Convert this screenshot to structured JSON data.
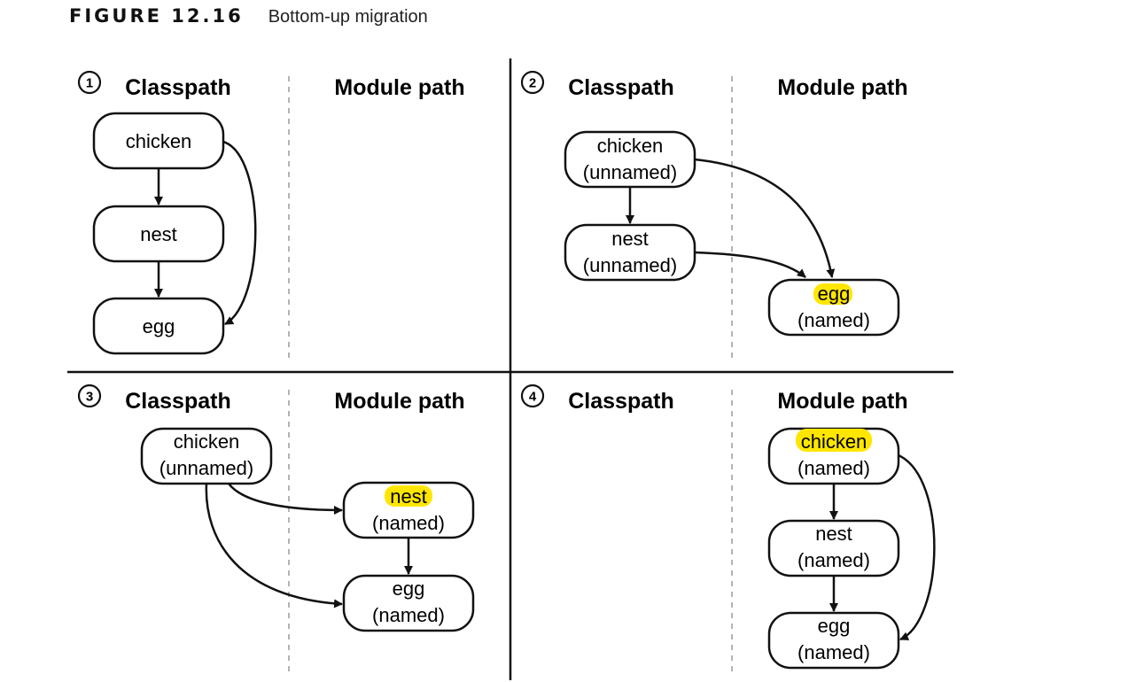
{
  "figure": {
    "label": "FIGURE 12.16",
    "caption": "Bottom-up migration"
  },
  "colors": {
    "highlight": "#ffe600",
    "stroke": "#111111",
    "divider": "#9a9a9a"
  },
  "quadrants": [
    {
      "number": "1",
      "classpath_title": "Classpath",
      "module_path_title": "Module path",
      "nodes": [
        {
          "name": "chicken",
          "status": ""
        },
        {
          "name": "nest",
          "status": ""
        },
        {
          "name": "egg",
          "status": ""
        }
      ]
    },
    {
      "number": "2",
      "classpath_title": "Classpath",
      "module_path_title": "Module path",
      "nodes": [
        {
          "name": "chicken",
          "status": "(unnamed)"
        },
        {
          "name": "nest",
          "status": "(unnamed)"
        },
        {
          "name": "egg",
          "status": "(named)"
        }
      ]
    },
    {
      "number": "3",
      "classpath_title": "Classpath",
      "module_path_title": "Module path",
      "nodes": [
        {
          "name": "chicken",
          "status": "(unnamed)"
        },
        {
          "name": "nest",
          "status": "(named)"
        },
        {
          "name": "egg",
          "status": "(named)"
        }
      ]
    },
    {
      "number": "4",
      "classpath_title": "Classpath",
      "module_path_title": "Module path",
      "nodes": [
        {
          "name": "chicken",
          "status": "(named)"
        },
        {
          "name": "nest",
          "status": "(named)"
        },
        {
          "name": "egg",
          "status": "(named)"
        }
      ]
    }
  ]
}
